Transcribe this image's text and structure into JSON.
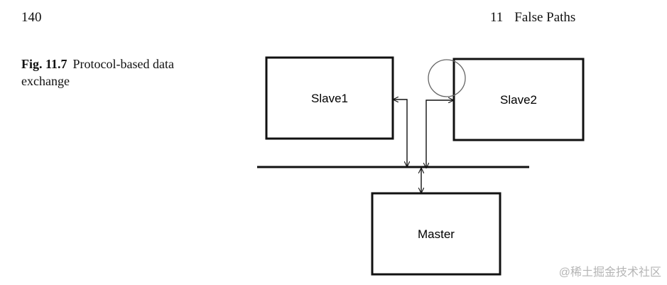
{
  "header": {
    "page_number": "140",
    "chapter_number": "11",
    "chapter_title": "False Paths"
  },
  "caption": {
    "label": "Fig. 11.7",
    "text": "Protocol-based data exchange"
  },
  "diagram": {
    "slave1_label": "Slave1",
    "slave2_label": "Slave2",
    "master_label": "Master"
  },
  "watermark": "@稀土掘金技术社区"
}
